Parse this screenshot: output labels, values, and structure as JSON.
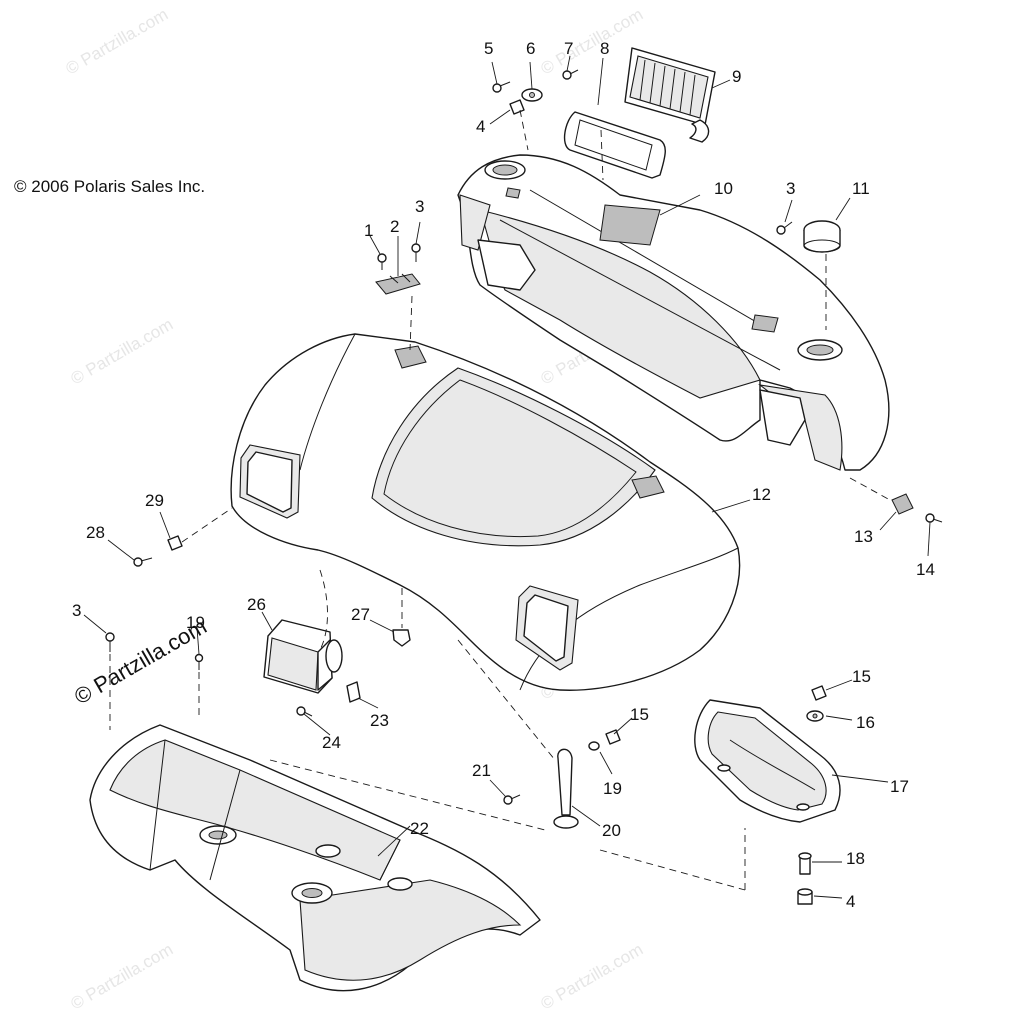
{
  "copyright": "© 2006 Polaris Sales Inc.",
  "watermark": "© Partzilla.com",
  "callouts": {
    "c1": "1",
    "c2": "2",
    "c3a": "3",
    "c3b": "3",
    "c3c": "3",
    "c4a": "4",
    "c4b": "4",
    "c5": "5",
    "c6": "6",
    "c7": "7",
    "c8": "8",
    "c9": "9",
    "c10": "10",
    "c11": "11",
    "c12": "12",
    "c13": "13",
    "c14": "14",
    "c15a": "15",
    "c15b": "15",
    "c16": "16",
    "c17": "17",
    "c18": "18",
    "c19a": "19",
    "c19b": "19",
    "c20": "20",
    "c21": "21",
    "c22": "22",
    "c23": "23",
    "c24": "24",
    "c26": "26",
    "c27": "27",
    "c28": "28",
    "c29": "29"
  },
  "colors": {
    "line": "#1a1a1a",
    "shade": "#e9e9e9",
    "watermark": "#e6e6e6"
  }
}
